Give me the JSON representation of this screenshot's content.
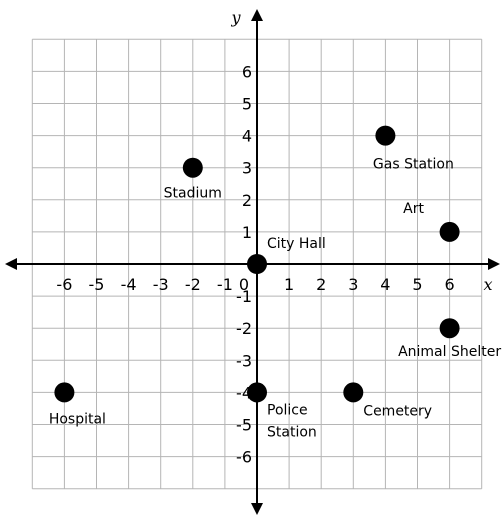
{
  "chart_data": {
    "type": "scatter",
    "xlabel": "x",
    "ylabel": "y",
    "xlim": [
      -7,
      7.5
    ],
    "ylim": [
      -7,
      7.5
    ],
    "grid": true,
    "x_ticks": [
      -6,
      -5,
      -4,
      -3,
      -2,
      -1,
      0,
      1,
      2,
      3,
      4,
      5,
      6
    ],
    "x_tick_labels": [
      "-6",
      "-5",
      "-4",
      "-3",
      "-2",
      "-1",
      "0",
      "1",
      "2",
      "3",
      "4",
      "5",
      "6"
    ],
    "y_ticks": [
      6,
      5,
      4,
      3,
      2,
      1,
      -1,
      -2,
      -3,
      -4,
      -5,
      -6
    ],
    "y_tick_labels": [
      "6",
      "5",
      "4",
      "3",
      "2",
      "1",
      "-1",
      "-2",
      "-3",
      "-4",
      "-5",
      "-6"
    ],
    "points": [
      {
        "label": "City Hall",
        "x": 0,
        "y": 0
      },
      {
        "label": "Stadium",
        "x": -2,
        "y": 3
      },
      {
        "label": "Gas Station",
        "x": 4,
        "y": 4
      },
      {
        "label": "Art",
        "x": 6,
        "y": 1
      },
      {
        "label": "Animal Shelter",
        "x": 6,
        "y": -2
      },
      {
        "label": "Hospital",
        "x": -6,
        "y": -4
      },
      {
        "label": "Police Station",
        "x": 0,
        "y": -4
      },
      {
        "label": "Cemetery",
        "x": 3,
        "y": -4
      }
    ]
  }
}
